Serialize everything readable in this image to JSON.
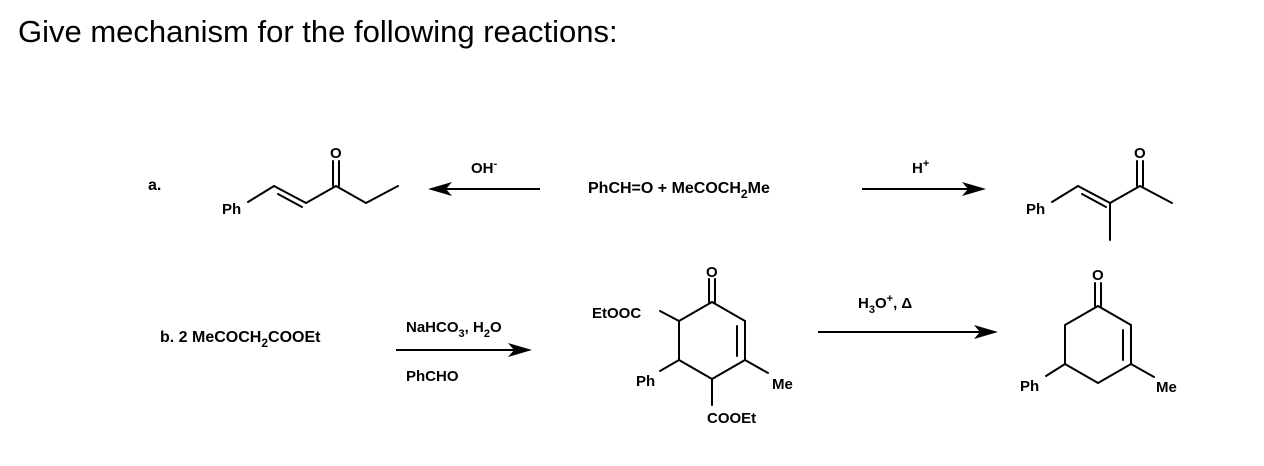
{
  "title": "Give mechanism for the following reactions:",
  "reaction_a": {
    "label": "a.",
    "reactants": "PhCH=O + MeCOCH",
    "reactants_sub": "2",
    "reactants_end": "Me",
    "left_condition": "OH",
    "left_condition_sup": "-",
    "right_condition": "H",
    "right_condition_sup": "+",
    "product_left": {
      "ph": "Ph",
      "o": "O"
    },
    "product_right": {
      "ph": "Ph",
      "o": "O"
    }
  },
  "reaction_b": {
    "label": "b. 2 MeCOCH",
    "label_sub": "2",
    "label_end": "COOEt",
    "reagent_top_a": "NaHCO",
    "reagent_top_sub1": "3",
    "reagent_top_b": ", H",
    "reagent_top_sub2": "2",
    "reagent_top_c": "O",
    "reagent_bottom": "PhCHO",
    "intermediate": {
      "etooc": "EtOOC",
      "o": "O",
      "ph": "Ph",
      "me": "Me",
      "cooet": "COOEt"
    },
    "second_condition_a": "H",
    "second_condition_sub": "3",
    "second_condition_b": "O",
    "second_condition_sup": "+",
    "second_condition_c": ", Δ",
    "product": {
      "o": "O",
      "ph": "Ph",
      "me": "Me"
    }
  }
}
